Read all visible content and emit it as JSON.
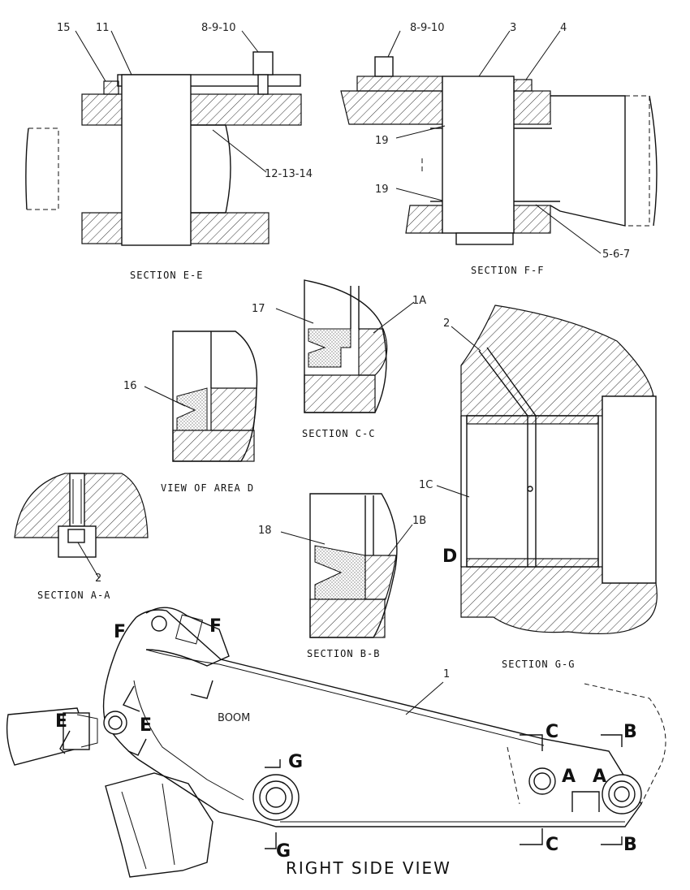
{
  "sections": {
    "ee": {
      "caption": "SECTION E-E",
      "labels": {
        "a": "15",
        "b": "11",
        "c": "8-9-10",
        "d": "12-13-14"
      }
    },
    "ff": {
      "caption": "SECTION F-F",
      "labels": {
        "a": "8-9-10",
        "b": "3",
        "c": "4",
        "d": "19",
        "e": "19",
        "f": "5-6-7"
      }
    },
    "cc": {
      "caption": "SECTION C-C",
      "labels": {
        "a": "17",
        "b": "1A"
      }
    },
    "aread": {
      "caption": "VIEW OF AREA D",
      "labels": {
        "a": "16"
      }
    },
    "gg": {
      "caption": "SECTION G-G",
      "labels": {
        "a": "2",
        "b": "1C",
        "c": "D"
      }
    },
    "aa": {
      "caption": "SECTION A-A",
      "labels": {
        "a": "2"
      }
    },
    "bb": {
      "caption": "SECTION B-B",
      "labels": {
        "a": "18",
        "b": "1B"
      }
    }
  },
  "side_view": {
    "caption": "RIGHT SIDE VIEW",
    "boom_label": "BOOM",
    "part_label": "1",
    "cut_markers": {
      "f": "F",
      "e": "E",
      "g": "G",
      "c": "C",
      "b": "B",
      "a": "A"
    }
  }
}
